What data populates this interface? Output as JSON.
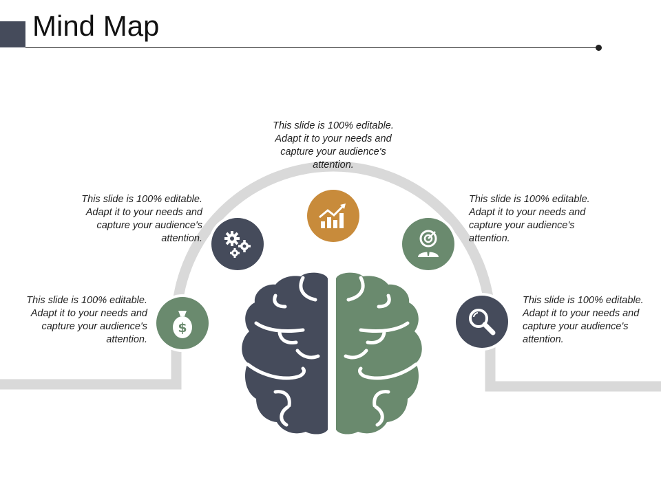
{
  "title": "Mind Map",
  "colors": {
    "dark": "#454b5b",
    "green": "#6a8a6e",
    "orange": "#c88b3b",
    "track": "#d9d9d9"
  },
  "nodes": [
    {
      "icon": "money-bag-icon",
      "color": "dark-green",
      "text": "This slide is 100% editable. Adapt it to your needs and capture your audience's attention."
    },
    {
      "icon": "gears-icon",
      "color": "dark",
      "text": "This slide is 100% editable. Adapt it to your needs and capture your audience's attention."
    },
    {
      "icon": "growth-chart-icon",
      "color": "orange",
      "text": "This slide is 100% editable. Adapt it to your needs and capture your audience's attention."
    },
    {
      "icon": "target-person-icon",
      "color": "green",
      "text": "This slide is 100% editable. Adapt it to your needs and capture your audience's attention."
    },
    {
      "icon": "magnifier-icon",
      "color": "dark",
      "text": "This slide is 100% editable. Adapt it to your needs and capture your audience's attention."
    }
  ],
  "center_icon": "brain-icon"
}
